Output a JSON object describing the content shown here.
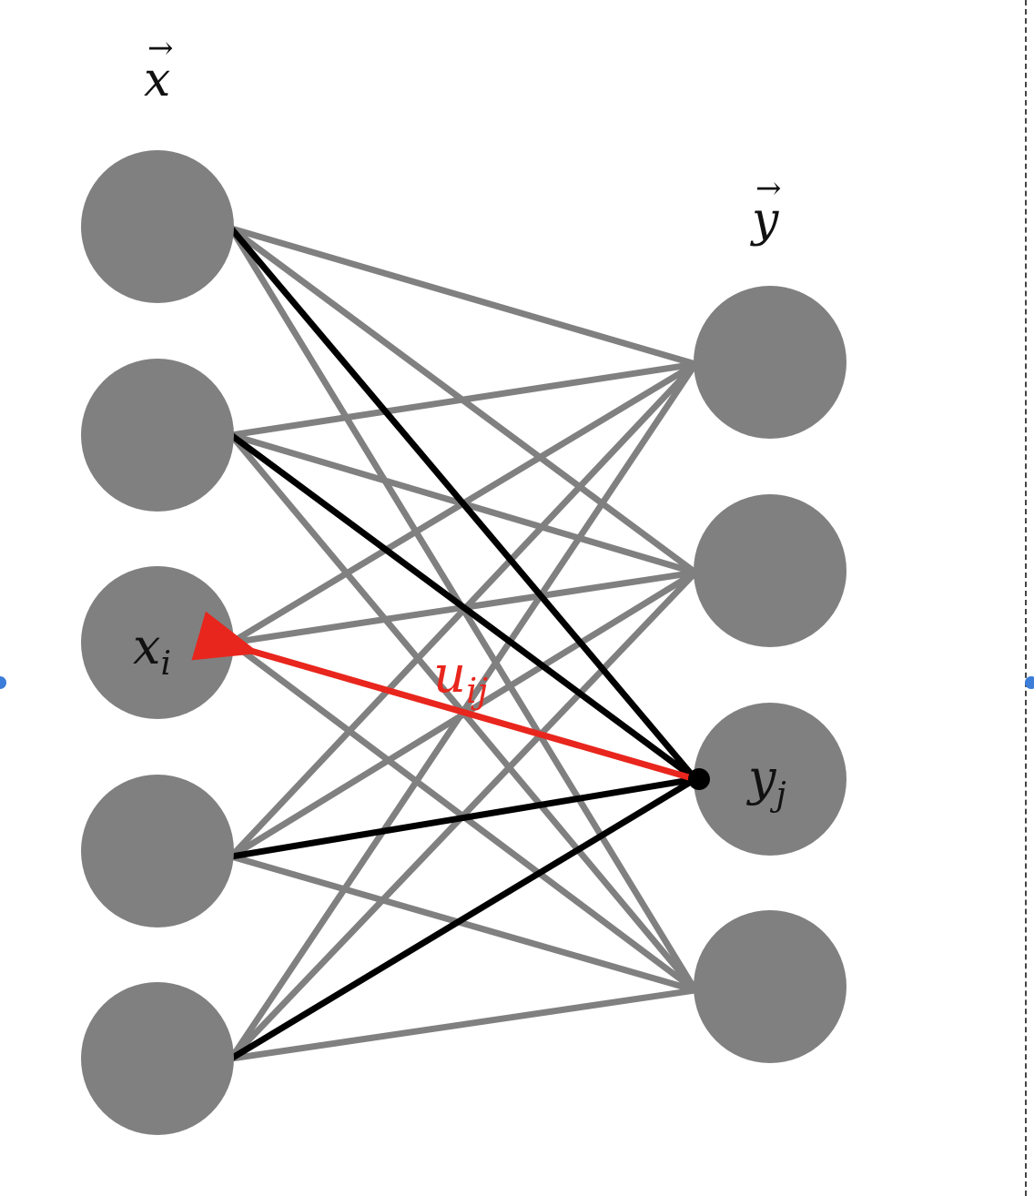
{
  "diagram": {
    "input_layer": {
      "label": "x",
      "vector_arrow": "⃗",
      "count": 5,
      "highlight_index": 2,
      "highlight_label": "x",
      "highlight_sub": "i"
    },
    "output_layer": {
      "label": "y",
      "vector_arrow": "⃗",
      "count": 4,
      "highlight_index": 2,
      "highlight_label": "y",
      "highlight_sub": "j"
    },
    "edge_label": {
      "main": "u",
      "sub": "ij"
    },
    "colors": {
      "node": "#808080",
      "edge": "#808080",
      "highlight_edge": "#000000",
      "arrow": "#e8261d",
      "handle": "#3b7dd8"
    }
  }
}
